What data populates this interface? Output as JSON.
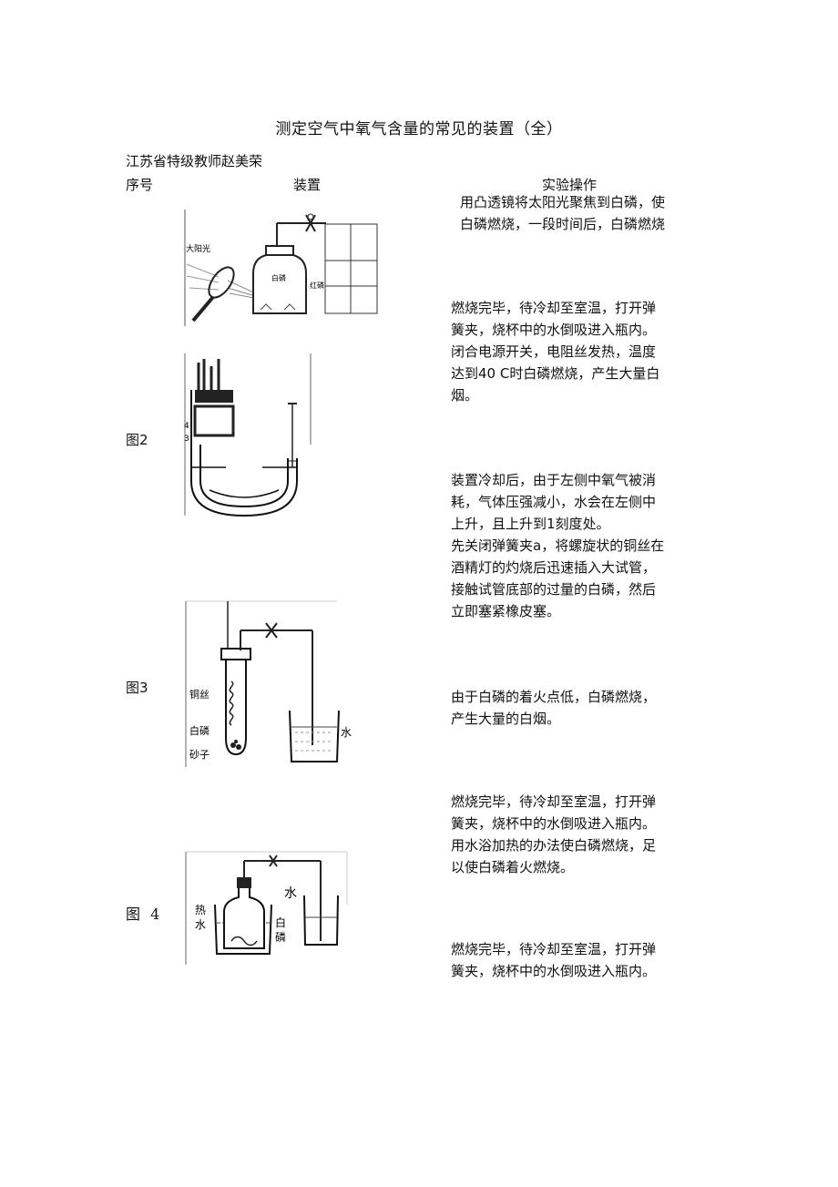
{
  "title": "测定空气中氧气含量的常见的装置（全）",
  "author": "江苏省特级教师赵美荣",
  "headers": {
    "seq": "序号",
    "device": "装置",
    "operation": "实验操作"
  },
  "fig1": {
    "labels": {
      "sun": "大阳光",
      "inside": "白磷",
      "side": "红磷"
    },
    "op1": "用凸透镜将太阳光聚焦到白磷，使\n白磷燃烧，一段时间后，白磷燃烧",
    "op2": "燃烧完毕，待冷却至室温，打开弹\n簧夹，烧杯中的水倒吸进入瓶内。\n闭合电源开关，电阻丝发热，温度\n达到40 C时白磷燃烧，产生大量白\n烟。"
  },
  "fig2": {
    "label": "图2",
    "scale": [
      "4",
      "3"
    ],
    "op1": "装置冷却后，由于左侧中氧气被消\n耗，气体压强减小，水会在左侧中\n上升，且上升到1刻度处。\n先关闭弹簧夹a，将螺旋状的铜丝在\n酒精灯的灼烧后迅速插入大试管，\n接触试管底部的过量的白磷，然后\n立即塞紧橡皮塞。"
  },
  "fig3": {
    "label": "图3",
    "labels": {
      "copper": "铜丝",
      "phosphorus": "白磷",
      "sand": "砂子",
      "water": "水"
    },
    "op1": "由于白磷的着火点低，白磷燃烧，\n产生大量的白烟。",
    "op2": "燃烧完毕，待冷却至室温，打开弹\n簧夹，烧杯中的水倒吸进入瓶内。\n用水浴加热的办法使白磷燃烧，足\n以使白磷着火燃烧。"
  },
  "fig4": {
    "label": "图 4",
    "labels": {
      "hot1": "热",
      "hot2": "水",
      "water": "水",
      "white1": "白",
      "white2": "磷"
    },
    "op1": "燃烧完毕，待冷却至室温，打开弹\n簧夹，烧杯中的水倒吸进入瓶内。"
  }
}
